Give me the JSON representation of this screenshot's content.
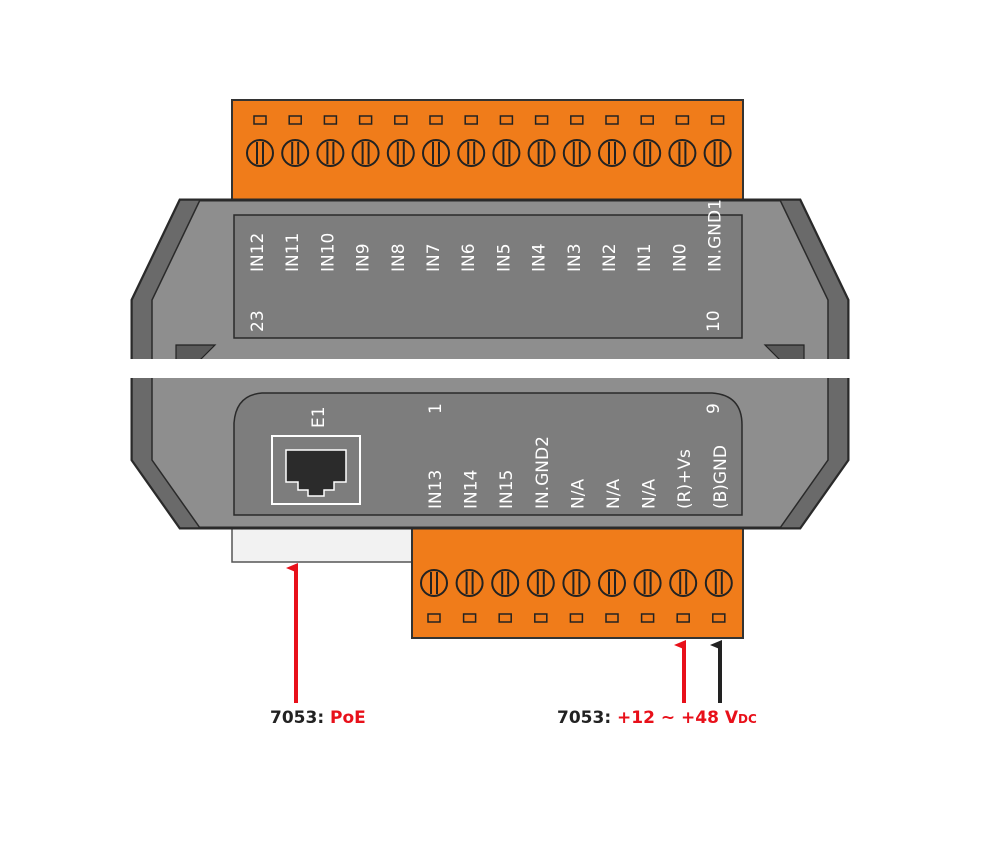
{
  "top_terminal": {
    "labels": [
      "IN12",
      "IN11",
      "IN10",
      "IN9",
      "IN8",
      "IN7",
      "IN6",
      "IN5",
      "IN4",
      "IN3",
      "IN2",
      "IN1",
      "IN0",
      "IN.GND1"
    ],
    "pin_left": "23",
    "pin_right": "10"
  },
  "bottom_terminal": {
    "labels": [
      "IN13",
      "IN14",
      "IN15",
      "IN.GND2",
      "N/A",
      "N/A",
      "N/A",
      "(R)+Vs",
      "(B)GND"
    ],
    "pin_left": "1",
    "pin_right": "9"
  },
  "ethernet": {
    "label": "E1"
  },
  "captions": {
    "poe": {
      "model": "7053:",
      "value": "PoE"
    },
    "power": {
      "model": "7053:",
      "value": "+12 ~ +48 V",
      "subscript": "DC"
    }
  },
  "colors": {
    "terminal_orange": "#f07c1a",
    "body_gray": "#8a8a8a",
    "panel_gray": "#7d7d7d",
    "arrow_red": "#e8101a",
    "arrow_dark": "#222222"
  },
  "icons": [
    "rj45-port-icon",
    "screw-terminal-icon",
    "up-arrow-icon"
  ]
}
